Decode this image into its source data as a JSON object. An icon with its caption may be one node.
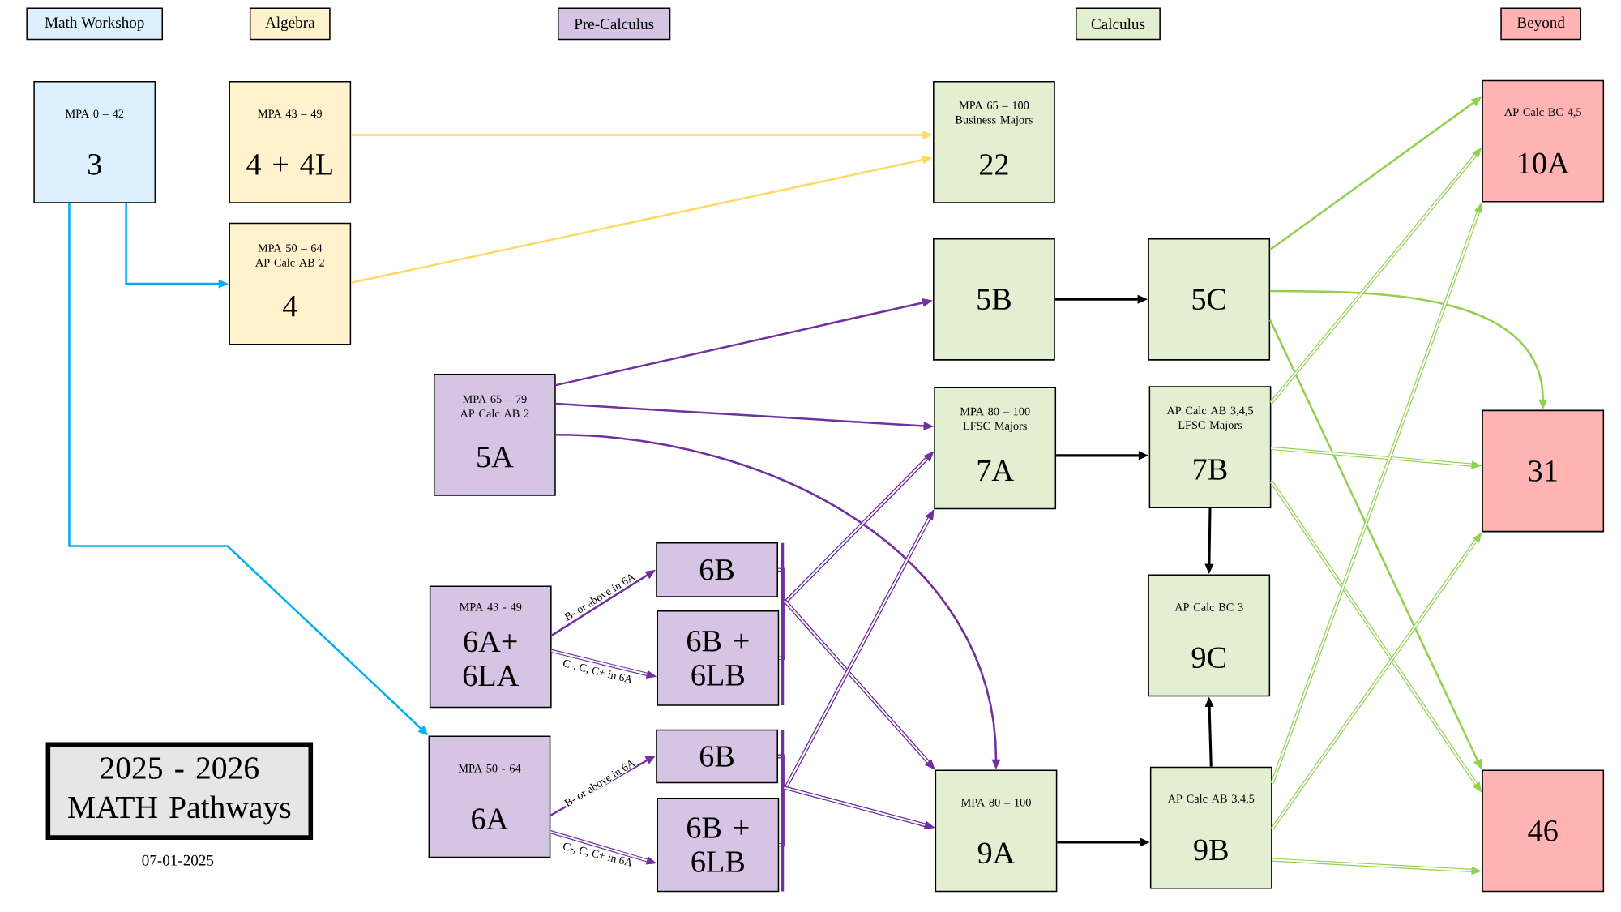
{
  "diagram": {
    "title": "2025 - 2026 MATH Pathways",
    "nodes": [
      {
        "text": [
          "Math Workshop"
        ]
      },
      {
        "text": [
          "Algebra"
        ]
      },
      {
        "text": [
          "Pre-Calculus"
        ]
      },
      {
        "text": [
          "Calculus"
        ]
      },
      {
        "text": [
          "Beyond"
        ]
      },
      {
        "text": [
          "MPA 0 – 42",
          "3"
        ]
      },
      {
        "text": [
          "MPA 43 – 49",
          "4 + 4L"
        ]
      },
      {
        "text": [
          "MPA 65 – 100 Business Majors",
          "22"
        ]
      },
      {
        "text": [
          "AP Calc BC 4,5",
          "10A"
        ]
      },
      {
        "text": [
          "MPA 50 – 64 AP Calc AB 2",
          "4"
        ]
      },
      {
        "text": [
          "5B"
        ]
      },
      {
        "text": [
          "5C"
        ]
      },
      {
        "text": [
          "MPA 65 – 79 AP Calc AB 2",
          "5A"
        ]
      },
      {
        "text": [
          "MPA 80 – 100 LFSC Majors",
          "7A"
        ]
      },
      {
        "text": [
          "AP Calc AB 3,4,5 LFSC Majors",
          "7B"
        ]
      },
      {
        "text": [
          "31"
        ]
      },
      {
        "text": [
          "6B"
        ]
      },
      {
        "text": [
          "MPA 43 - 49",
          "6A+ 6LA"
        ]
      },
      {
        "text": [
          "AP Calc BC 3",
          "9C"
        ]
      },
      {
        "text": [
          "6B + 6LB"
        ]
      },
      {
        "text": [
          "6B"
        ]
      },
      {
        "text": [
          "MPA 50 - 64",
          "6A"
        ]
      },
      {
        "text": [
          "MPA  80 – 100",
          "9A"
        ]
      },
      {
        "text": [
          "AP Calc AB 3,4,5",
          "9B"
        ]
      },
      {
        "text": [
          "46"
        ]
      },
      {
        "text": [
          "6B + 6LB"
        ]
      }
    ],
    "edges": [
      {
        "from": 5,
        "to": 9,
        "arrow": "to",
        "color": "#00b0f0"
      },
      {
        "from": 5,
        "to": 21,
        "arrow": "to",
        "color": "#00b0f0"
      },
      {
        "from": 6,
        "to": 7,
        "arrow": "to",
        "color": "#ffd966"
      },
      {
        "from": 9,
        "to": 7,
        "arrow": "to",
        "color": "#ffd966"
      },
      {
        "from": 12,
        "to": 10,
        "arrow": "to",
        "color": "#7030a0"
      },
      {
        "from": 12,
        "to": 13,
        "arrow": "to",
        "color": "#7030a0"
      },
      {
        "from": 12,
        "to": 22,
        "arrow": "to",
        "color": "#7030a0"
      },
      {
        "from": 10,
        "to": 11,
        "arrow": "to",
        "color": "#000000"
      },
      {
        "from": 11,
        "to": 8,
        "arrow": "to",
        "color": "#92d050"
      },
      {
        "from": 11,
        "to": 15,
        "arrow": "to",
        "color": "#92d050"
      },
      {
        "from": 11,
        "to": 24,
        "arrow": "to",
        "color": "#92d050"
      },
      {
        "from": 13,
        "to": 14,
        "arrow": "to",
        "color": "#000000"
      },
      {
        "from": 14,
        "to": 8,
        "arrow": "to",
        "color": "#92d050"
      },
      {
        "from": 14,
        "to": 15,
        "arrow": "to",
        "color": "#92d050"
      },
      {
        "from": 14,
        "to": 24,
        "arrow": "to",
        "color": "#92d050"
      },
      {
        "from": 14,
        "to": 18,
        "arrow": "to",
        "color": "#000000"
      },
      {
        "from": 23,
        "to": 18,
        "arrow": "to",
        "color": "#000000"
      },
      {
        "from": 17,
        "to": 16,
        "arrow": "to",
        "label": "B- or above in 6A",
        "color": "#7030a0"
      },
      {
        "from": 17,
        "to": 19,
        "arrow": "to",
        "label": "C-, C, C+ in 6A",
        "color": "#7030a0"
      },
      {
        "from": 16,
        "to": 13,
        "arrow": "to",
        "color": "#7030a0"
      },
      {
        "from": 19,
        "to": 13,
        "arrow": "to",
        "color": "#7030a0"
      },
      {
        "from": 16,
        "to": 22,
        "arrow": "to",
        "color": "#7030a0"
      },
      {
        "from": 19,
        "to": 22,
        "arrow": "to",
        "color": "#7030a0"
      },
      {
        "from": 21,
        "to": 20,
        "arrow": "to",
        "label": "B- or above in 6A",
        "color": "#7030a0"
      },
      {
        "from": 21,
        "to": 25,
        "arrow": "to",
        "label": "C-, C, C+ in 6A",
        "color": "#7030a0"
      },
      {
        "from": 20,
        "to": 13,
        "arrow": "to",
        "color": "#7030a0"
      },
      {
        "from": 25,
        "to": 13,
        "arrow": "to",
        "color": "#7030a0"
      },
      {
        "from": 20,
        "to": 22,
        "arrow": "to",
        "color": "#7030a0"
      },
      {
        "from": 25,
        "to": 22,
        "arrow": "to",
        "color": "#7030a0"
      },
      {
        "from": 22,
        "to": 23,
        "arrow": "to",
        "color": "#000000"
      },
      {
        "from": 23,
        "to": 8,
        "arrow": "to",
        "color": "#92d050"
      },
      {
        "from": 23,
        "to": 15,
        "arrow": "to",
        "color": "#92d050"
      },
      {
        "from": 23,
        "to": 24,
        "arrow": "to",
        "color": "#92d050"
      }
    ],
    "labels": [
      "07-01-2025"
    ]
  }
}
